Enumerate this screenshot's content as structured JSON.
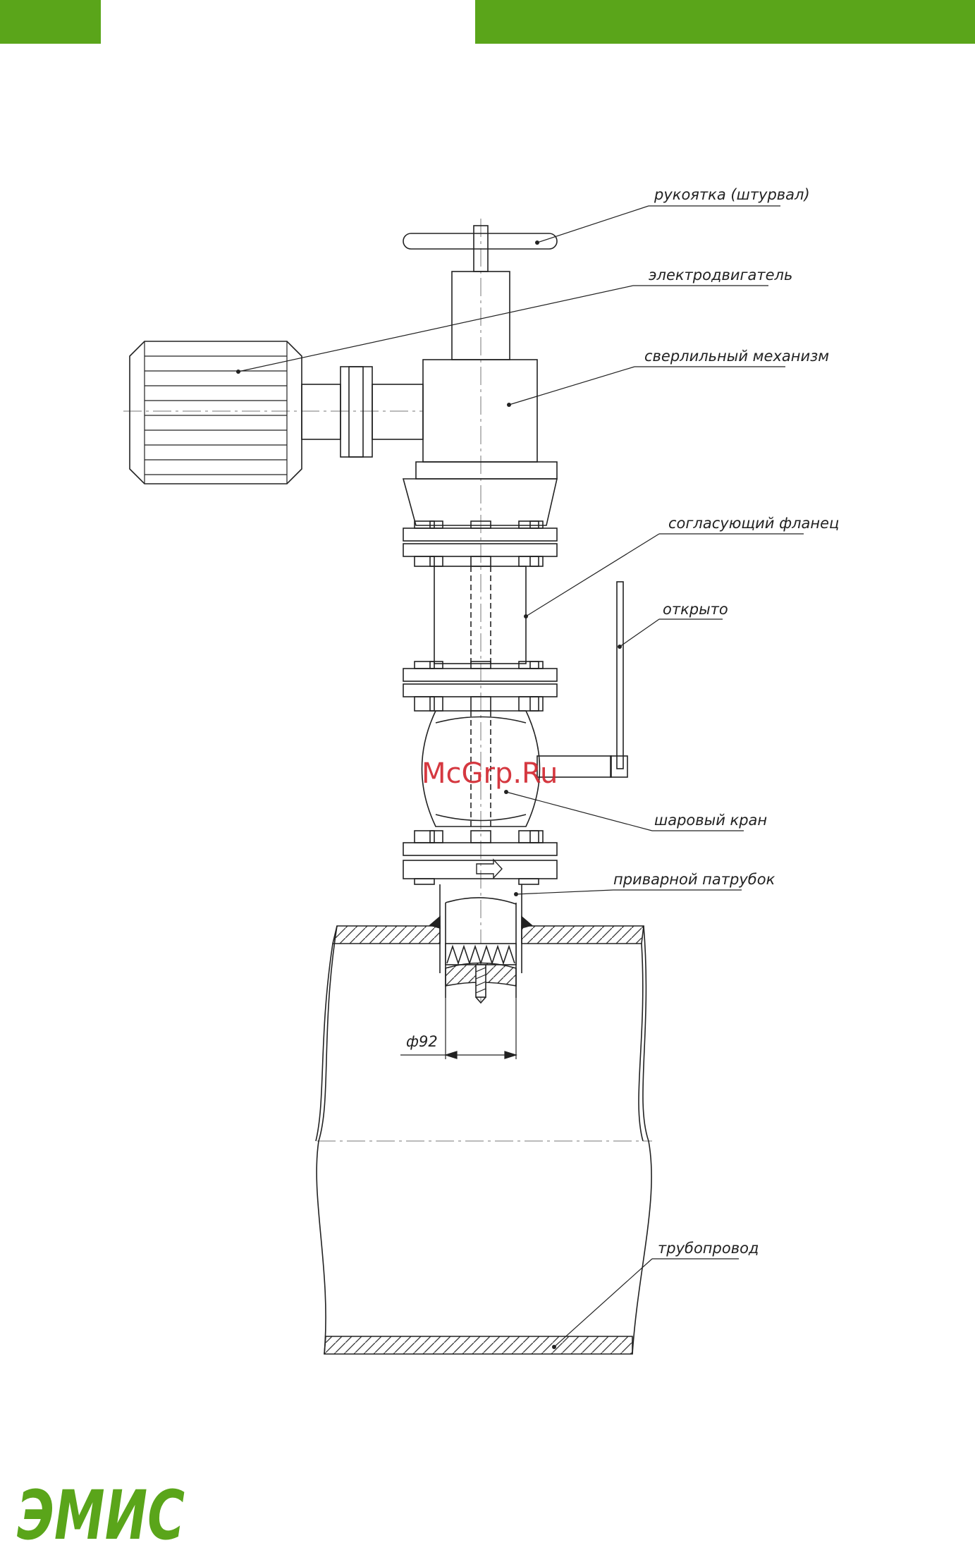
{
  "header": {
    "accent_color": "#5aa51a"
  },
  "labels": {
    "handle": "рукоятка (штурвал)",
    "motor": "электродвигатель",
    "drill": "сверлильный механизм",
    "flange": "согласующий фланец",
    "open": "открыто",
    "ball_valve": "шаровый кран",
    "nozzle": "приварной патрубок",
    "diameter": "ф92",
    "pipeline": "трубопровод"
  },
  "watermark": {
    "text": "McGrp.Ru",
    "color": "#d0222b"
  },
  "logo": {
    "text": "ЭМИС",
    "color": "#5aa51a"
  }
}
